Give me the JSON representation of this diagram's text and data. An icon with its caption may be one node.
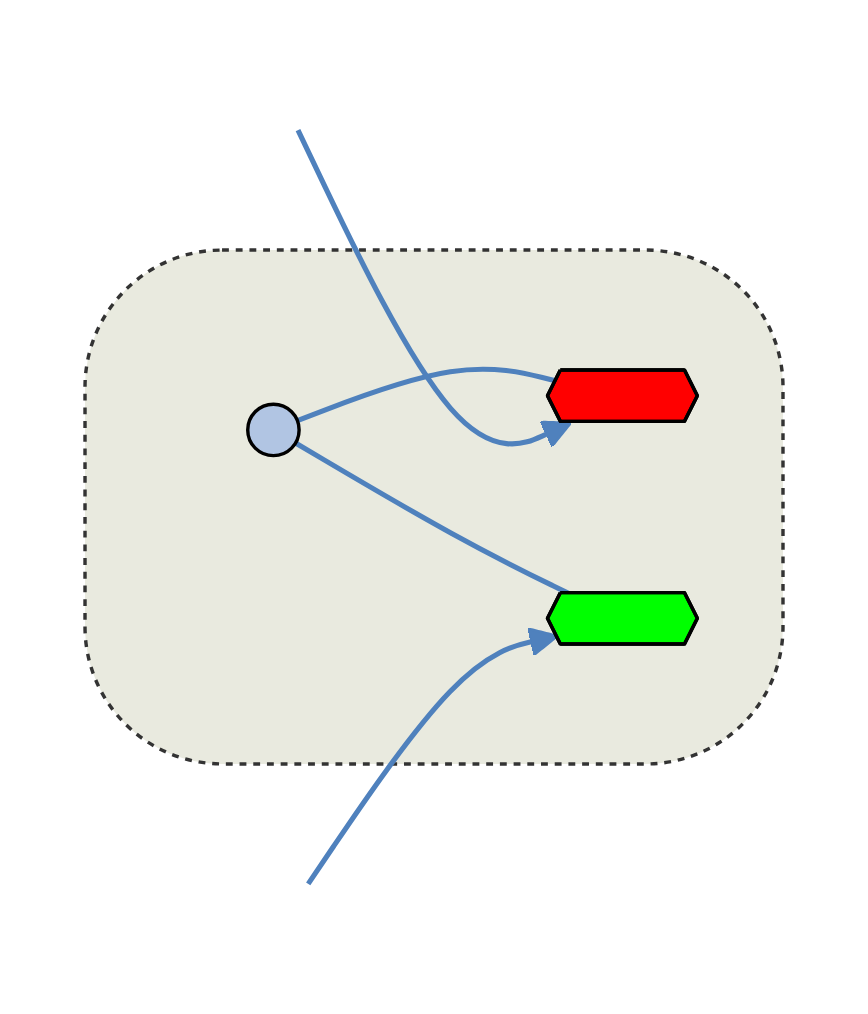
{
  "diagram": {
    "nodes": [
      {
        "text": [],
        "shape": "cloud"
      },
      {
        "text": [],
        "shape": "circle",
        "in": 0
      },
      {
        "text": [],
        "shape": "octagon",
        "in": 0
      },
      {
        "text": [],
        "shape": "heptagon",
        "in": 0
      }
    ],
    "edges": [
      {
        "from": 1,
        "to": 2,
        "arrow": "none"
      },
      {
        "from": 1,
        "to": 3,
        "arrow": "none"
      },
      {
        "from": null,
        "to": 2,
        "arrow": "to"
      },
      {
        "from": null,
        "to": 3,
        "arrow": "to"
      }
    ]
  }
}
